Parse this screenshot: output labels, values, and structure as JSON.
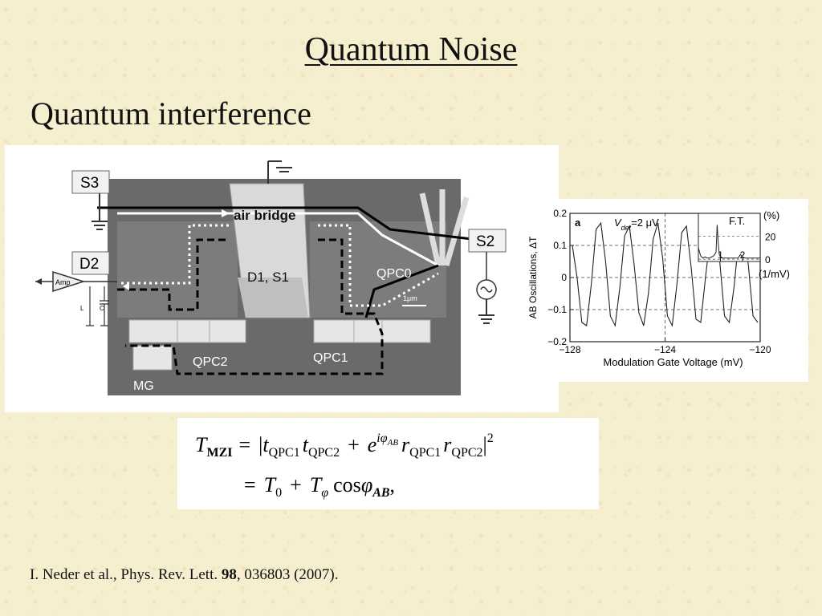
{
  "slide": {
    "title": "Quantum Noise",
    "subtitle": "Quantum interference",
    "citation": {
      "authors": "I. Neder et al., Phys. Rev. Lett. ",
      "volume": "98",
      "rest": ", 036803 (2007)."
    }
  },
  "device_figure": {
    "labels": {
      "s3": "S3",
      "d2": "D2",
      "s2": "S2",
      "air_bridge": "air bridge",
      "d1s1": "D1, S1",
      "qpc0": "QPC0",
      "qpc1": "QPC1",
      "qpc2": "QPC2",
      "mg": "MG",
      "amp": "Amp",
      "l": "L",
      "c": "C",
      "scale": "1μm"
    }
  },
  "formula": {
    "line1": {
      "lhs_T": "T",
      "lhs_sub": "MZI",
      "eq": "=",
      "t1": "t",
      "t1_sub": "QPC1",
      "t2": "t",
      "t2_sub": "QPC2",
      "plus": "+",
      "e": "e",
      "exp": "iφ",
      "exp_sub": "AB",
      "r1": "r",
      "r1_sub": "QPC1",
      "r2": "r",
      "r2_sub": "QPC2",
      "power": "2"
    },
    "line2": {
      "eq": "=",
      "T0": "T",
      "T0_sub": "0",
      "plus": "+",
      "Tphi": "T",
      "Tphi_sub": "φ",
      "cos": "cos",
      "phi": "φ",
      "phi_sub": "AB",
      "tail": ","
    }
  },
  "chart_data": {
    "type": "line",
    "panel_label": "a",
    "annotation": "V_det=2 μV",
    "annotation_main": "V",
    "annotation_sub": "det",
    "annotation_value": "=2 μV",
    "xlabel": "Modulation Gate Voltage (mV)",
    "ylabel": "AB Oscillations, ΔT",
    "xlim": [
      -128,
      -120
    ],
    "ylim": [
      -0.2,
      0.2
    ],
    "xticks": [
      -128,
      -124,
      -120
    ],
    "xtick_labels": [
      "−128",
      "−124",
      "−120"
    ],
    "yticks": [
      -0.2,
      -0.1,
      0,
      0.1,
      0.2
    ],
    "ytick_labels": [
      "−0.2",
      "−0.1",
      "0",
      "0.1",
      "0.2"
    ],
    "grid": "dashed at y=±0.1, 0 and x=-124",
    "series": [
      {
        "x": [
          -127.9,
          -127.7,
          -127.5,
          -127.3,
          -127.1,
          -126.9,
          -126.7,
          -126.5,
          -126.3,
          -126.1,
          -125.9,
          -125.7,
          -125.5,
          -125.3,
          -125.1,
          -124.9,
          -124.7,
          -124.5,
          -124.3,
          -124.1,
          -123.9,
          -123.7,
          -123.5,
          -123.3,
          -123.1,
          -122.9,
          -122.7,
          -122.5,
          -122.3,
          -122.1,
          -121.9,
          -121.7,
          -121.5,
          -121.3,
          -121.1,
          -120.9,
          -120.7,
          -120.5,
          -120.3,
          -120.1
        ],
        "y": [
          0.1,
          0.0,
          -0.14,
          -0.15,
          -0.02,
          0.15,
          0.17,
          0.05,
          -0.12,
          -0.15,
          -0.03,
          0.13,
          0.16,
          0.04,
          -0.11,
          -0.15,
          -0.05,
          0.12,
          0.17,
          0.06,
          -0.12,
          -0.15,
          -0.02,
          0.14,
          0.16,
          0.03,
          -0.13,
          -0.14,
          0.0,
          0.13,
          0.17,
          0.05,
          -0.12,
          -0.14,
          -0.03,
          0.12,
          0.15,
          0.04,
          -0.12,
          -0.14
        ]
      }
    ],
    "inset": {
      "label": "F.T.",
      "y_unit": "(%)",
      "x_unit": "(1/mV)",
      "yticks": [
        0,
        20
      ],
      "ytick_labels": [
        "0",
        "20"
      ],
      "xticks": [
        1,
        2
      ],
      "xtick_labels": [
        "1",
        "2"
      ],
      "xlim": [
        0,
        2.8
      ],
      "ylim": [
        -2,
        40
      ],
      "x": [
        0.0,
        0.1,
        0.2,
        0.3,
        0.4,
        0.5,
        0.6,
        0.7,
        0.8,
        0.85,
        0.9,
        0.95,
        1.0,
        1.1,
        1.2,
        1.4,
        1.6,
        1.8,
        1.9,
        2.0,
        2.1,
        2.3,
        2.5,
        2.7,
        2.8
      ],
      "y": [
        10,
        3,
        1,
        2,
        1,
        1,
        2,
        3,
        6,
        30,
        14,
        4,
        2,
        1,
        1,
        1,
        1,
        1,
        4,
        2,
        1,
        1,
        1,
        1,
        1
      ]
    }
  }
}
